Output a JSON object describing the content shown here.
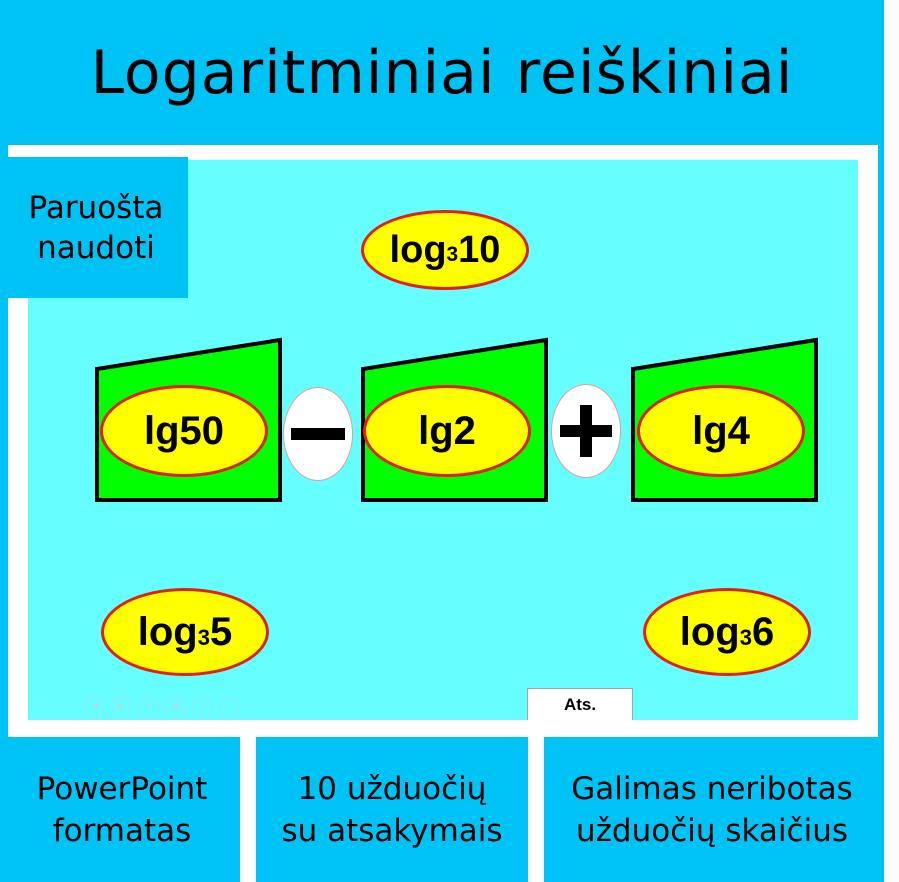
{
  "title": "Logaritminiai reiškiniai",
  "badge": {
    "line1": "Paruošta",
    "line2": "naudoti"
  },
  "slide": {
    "top_term": {
      "base": "log",
      "sub": "3",
      "arg": "10"
    },
    "expression": [
      {
        "type": "term",
        "label": "lg50"
      },
      {
        "type": "operator",
        "symbol": "minus"
      },
      {
        "type": "term",
        "label": "lg2"
      },
      {
        "type": "operator",
        "symbol": "plus"
      },
      {
        "type": "term",
        "label": "lg4"
      }
    ],
    "bottom_left_term": {
      "base": "log",
      "sub": "3",
      "arg": "5"
    },
    "bottom_right_term": {
      "base": "log",
      "sub": "3",
      "arg": "6"
    },
    "answer_button": "Ats.",
    "toolbar_icons": [
      "prev-icon",
      "next-icon",
      "pen-icon",
      "slides-icon",
      "zoom-icon",
      "more-icon"
    ]
  },
  "features": [
    {
      "line1": "PowerPoint",
      "line2": "formatas"
    },
    {
      "line1": "10 užduočių",
      "line2": "su atsakymais"
    },
    {
      "line1": "Galimas neribotas",
      "line2": "užduočių skaičius"
    }
  ],
  "colors": {
    "frame_blue": "#00c3f5",
    "slide_cyan": "#66ffff",
    "trapezoid_green": "#00ff00",
    "oval_yellow": "#ffff00",
    "oval_border_red": "#e02010"
  }
}
